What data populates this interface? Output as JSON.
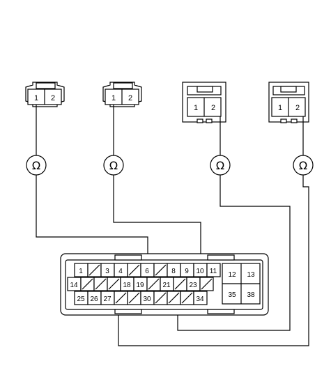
{
  "connectors": [
    {
      "pins": [
        "1",
        "2"
      ]
    },
    {
      "pins": [
        "1",
        "2"
      ]
    },
    {
      "pins": [
        "1",
        "2"
      ]
    },
    {
      "pins": [
        "1",
        "2"
      ]
    }
  ],
  "ohm_symbol": "Ω",
  "ecu_connector": {
    "row1": [
      "1",
      "3",
      "4",
      "6",
      "8",
      "9",
      "10",
      "11"
    ],
    "row2": [
      "14",
      "18",
      "19",
      "21",
      "23"
    ],
    "row3": [
      "25",
      "26",
      "27",
      "30",
      "34"
    ],
    "right_block": [
      "12",
      "13",
      "35",
      "38"
    ]
  }
}
